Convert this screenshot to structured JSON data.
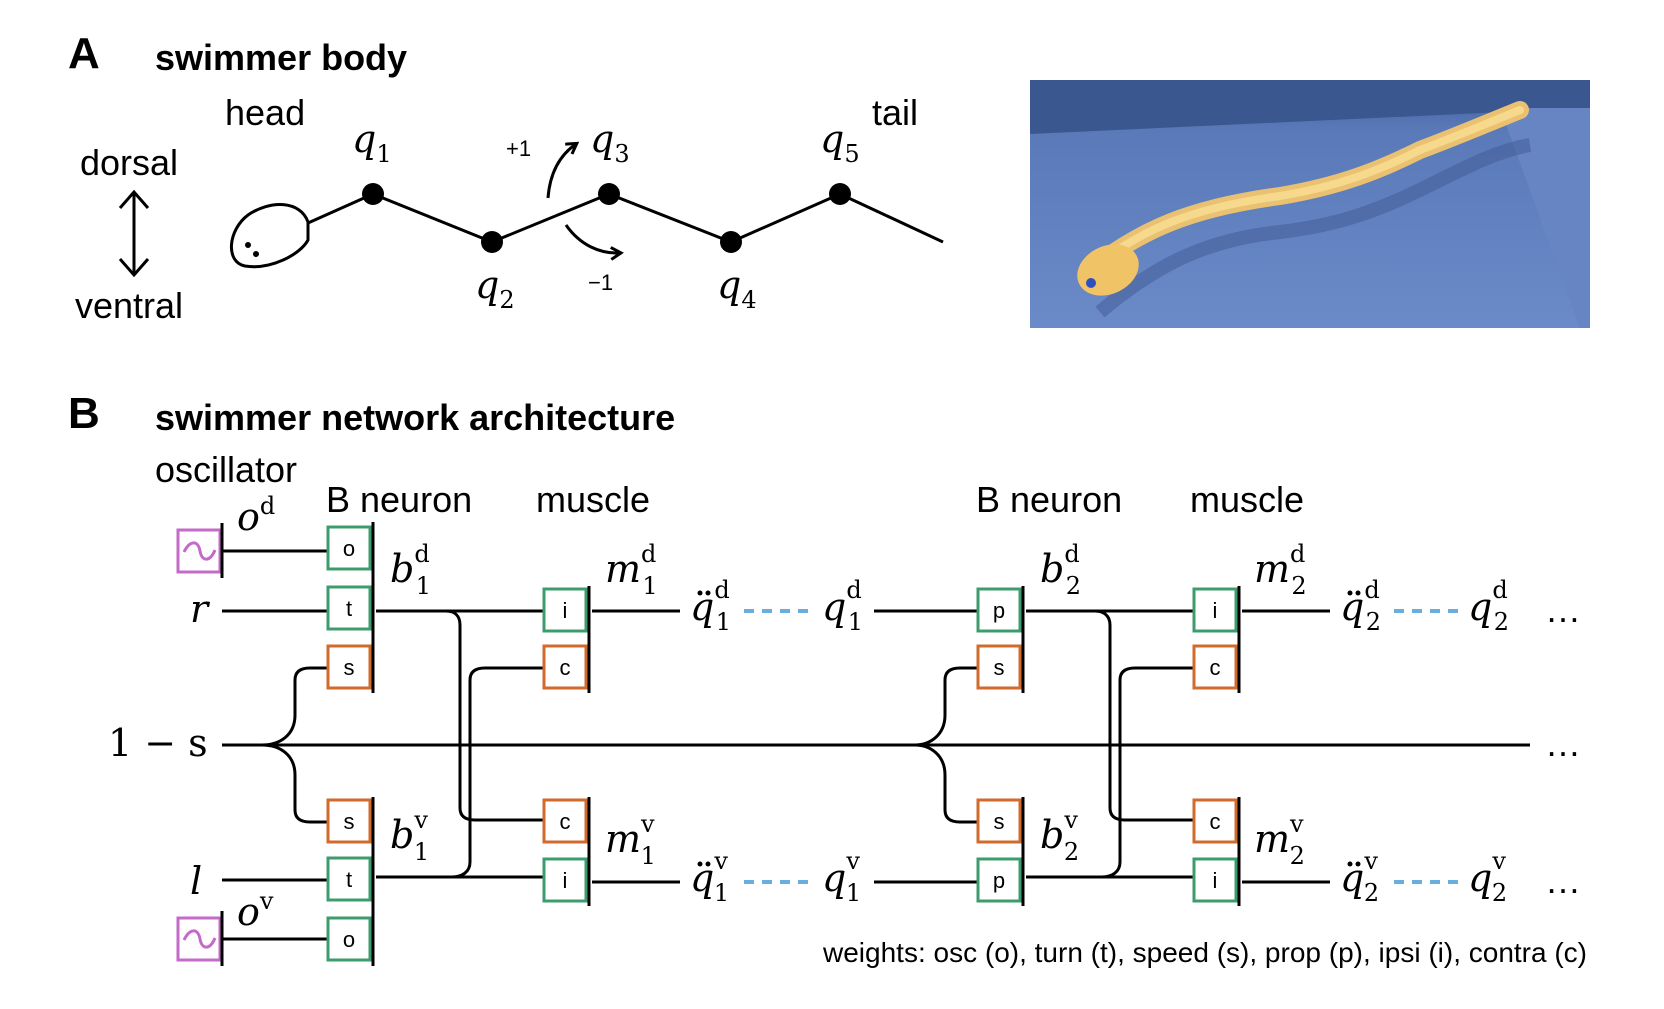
{
  "panelA": {
    "letter": "A",
    "title": "swimmer body",
    "head_label": "head",
    "tail_label": "tail",
    "dorsal_label": "dorsal",
    "ventral_label": "ventral",
    "plus_label": "+1",
    "minus_label": "−1",
    "q": [
      "q",
      "q",
      "q",
      "q",
      "q"
    ],
    "q_sub": [
      "1",
      "2",
      "3",
      "4",
      "5"
    ]
  },
  "panelB": {
    "letter": "B",
    "title": "swimmer network architecture",
    "oscillator_label": "oscillator",
    "bneuron_label_1": "B neuron",
    "muscle_label_1": "muscle",
    "bneuron_label_2": "B neuron",
    "muscle_label_2": "muscle",
    "input_r": "r",
    "input_l": "l",
    "input_s": "1 − s",
    "od": "o",
    "od_sup": "d",
    "ov": "o",
    "ov_sup": "v",
    "box_o": "o",
    "box_t": "t",
    "box_s": "s",
    "box_i": "i",
    "box_c": "c",
    "box_p": "p",
    "b": "b",
    "m": "m",
    "q": "q",
    "sup_d": "d",
    "sup_v": "v",
    "sub_1": "1",
    "sub_2": "2",
    "ellipsis": "…",
    "weights_legend": "weights: osc (o), turn (t), speed (s), prop (p), ipsi (i), contra (c)"
  },
  "colors": {
    "green": "#3c9c6e",
    "orange": "#d26a2c",
    "magenta": "#c46ac8",
    "dashed_blue": "#6aaee0",
    "render_bg": "#5a7ab8",
    "swimmer_body": "#f2c76a"
  }
}
